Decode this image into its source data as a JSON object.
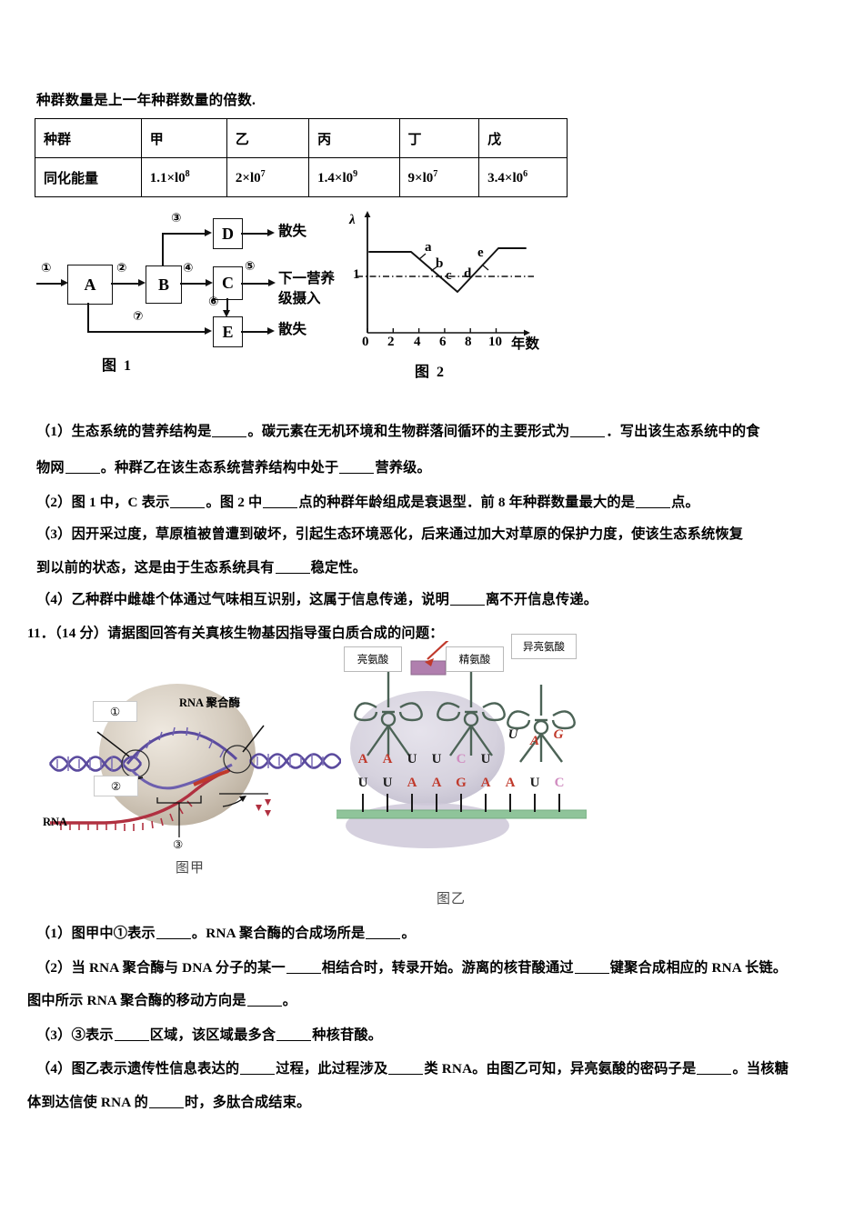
{
  "lead_text": "种群数量是上一年种群数量的倍数.",
  "table": {
    "headers": [
      "种群",
      "甲",
      "乙",
      "丙",
      "丁",
      "戊"
    ],
    "row_label": "同化能量",
    "values": [
      {
        "mantissa": "1.1×l0",
        "exp": "8"
      },
      {
        "mantissa": "2×l0",
        "exp": "7"
      },
      {
        "mantissa": "1.4×l0",
        "exp": "9"
      },
      {
        "mantissa": "9×l0",
        "exp": "7"
      },
      {
        "mantissa": "3.4×l0",
        "exp": "6"
      }
    ]
  },
  "figure1": {
    "caption": "图 1",
    "boxes": [
      {
        "id": "A",
        "label": "A"
      },
      {
        "id": "B",
        "label": "B"
      },
      {
        "id": "C",
        "label": "C"
      },
      {
        "id": "D",
        "label": "D"
      },
      {
        "id": "E",
        "label": "E"
      }
    ],
    "flow_numbers": [
      "①",
      "②",
      "③",
      "④",
      "⑤",
      "⑥",
      "⑦"
    ],
    "out_labels": {
      "d_out": "散失",
      "c_out_line1": "下一营养",
      "c_out_line2": "级摄入",
      "e_out": "散失"
    }
  },
  "chart_data": {
    "type": "line",
    "title": "图 2",
    "ylabel": "λ",
    "xlabel": "年数",
    "x": [
      0,
      2,
      4,
      6,
      8,
      10
    ],
    "xlim": [
      0,
      12
    ],
    "ylim": [
      0,
      2.2
    ],
    "reference_line": {
      "value": 1,
      "label": "1",
      "style": "dash-dot"
    },
    "grid": false,
    "series": [
      {
        "name": "λ",
        "points": [
          {
            "x": 0,
            "y": 1.55
          },
          {
            "x": 3.4,
            "y": 1.55
          },
          {
            "x": 7.0,
            "y": 0.42
          },
          {
            "x": 10.2,
            "y": 1.62
          },
          {
            "x": 12,
            "y": 1.62
          }
        ]
      }
    ],
    "annotations": [
      {
        "label": "a",
        "x": 4.5,
        "y": 1.38
      },
      {
        "label": "b",
        "x": 5.3,
        "y": 1.08
      },
      {
        "label": "c",
        "x": 5.9,
        "y": 0.88
      },
      {
        "label": "d",
        "x": 7.3,
        "y": 0.9
      },
      {
        "label": "e",
        "x": 8.1,
        "y": 1.25
      }
    ]
  },
  "questions_10": [
    {
      "num": "（1）",
      "lines": [
        "生态系统的营养结构是____。碳元素在无机环境和生物群落间循环的主要形式为____．写出该生态系统中的食",
        "物网____。种群乙在该生态系统营养结构中处于____营养级。"
      ]
    },
    {
      "num": "（2）",
      "lines": [
        "图 1 中，C 表示____。图 2 中____点的种群年龄组成是衰退型．前 8 年种群数量最大的是____点。"
      ]
    },
    {
      "num": "（3）",
      "lines": [
        "因开采过度，草原植被曾遭到破坏，引起生态环境恶化，后来通过加大对草原的保护力度，使该生态系统恢复",
        "到以前的状态，这是由于生态系统具有____稳定性。"
      ]
    },
    {
      "num": "（4）",
      "lines": [
        "乙种群中雌雄个体通过气味相互识别，这属于信息传递，说明____离不开信息传递。"
      ]
    }
  ],
  "question11": {
    "number": "11．",
    "score": "（14 分）",
    "stem": "请据图回答有关真核生物基因指导蛋白质合成的问题：",
    "sub": [
      {
        "num": "（1）",
        "lines": [
          "图甲中①表示____。RNA 聚合酶的合成场所是____。"
        ]
      },
      {
        "num": "（2）",
        "lines": [
          "当 RNA 聚合酶与 DNA 分子的某一____相结合时，转录开始。游离的核苷酸通过____键聚合成相应的 RNA 长链。",
          "图中所示 RNA 聚合酶的移动方向是____。"
        ]
      },
      {
        "num": "（3）",
        "lines": [
          "③表示____区域，该区域最多含____种核苷酸。"
        ]
      },
      {
        "num": "（4）",
        "lines": [
          "图乙表示遗传性信息表达的____过程，此过程涉及____类 RNA。由图乙可知，异亮氨酸的密码子是____。当核糖",
          "体到达信使 RNA 的____时，多肽合成结束。"
        ]
      }
    ]
  },
  "figure_jia": {
    "caption": "图甲",
    "enzyme_label": "RNA 聚合酶",
    "rna_label": "RNA",
    "markers": [
      "①",
      "②",
      "③"
    ],
    "colors": {
      "dna": "#5b4b9e",
      "rna": "#b03040",
      "enzyme_blob": "#cfc6b8"
    }
  },
  "figure_yi": {
    "caption": "图乙",
    "amino_acids": [
      "亮氨酸",
      "精氨酸",
      "异亮氨酸"
    ],
    "anticodon_row": [
      "A",
      "A",
      "U",
      "U",
      "C",
      "U"
    ],
    "mrna_row": [
      "U",
      "U",
      "A",
      "A",
      "G",
      "A",
      "A",
      "U",
      "C"
    ],
    "incoming_anticodon": [
      "U",
      "A",
      "G"
    ],
    "colors": {
      "mrna_strand": "#8fc49a",
      "ribosome": "#d6d2de",
      "trna": "#4c6356",
      "peptide": "#b07fae"
    }
  }
}
